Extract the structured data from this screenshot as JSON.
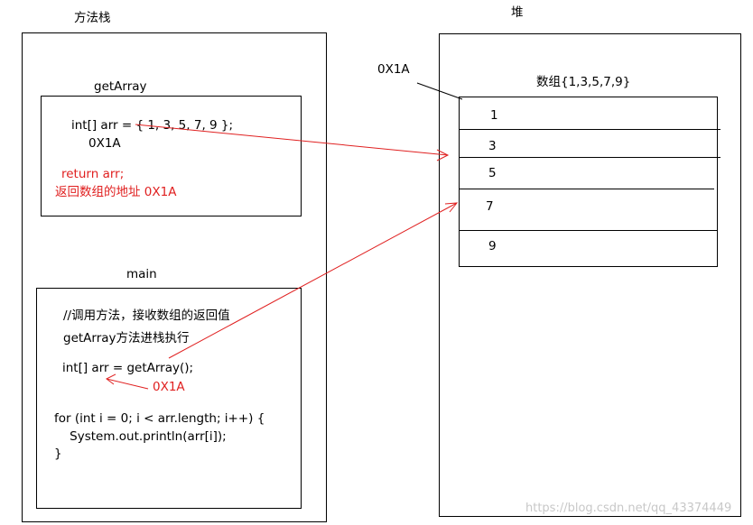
{
  "stack": {
    "title": "方法栈",
    "getArray": {
      "label": "getArray",
      "line1": "int[] arr = { 1, 3, 5, 7, 9 };",
      "address": "0X1A",
      "return_line": "return arr;",
      "return_note": "返回数组的地址 0X1A"
    },
    "main": {
      "label": "main",
      "comment": "//调用方法，接收数组的返回值",
      "push_note": "getArray方法进栈执行",
      "assign_line": "int[] arr = getArray();",
      "assign_address": "0X1A",
      "for_line": "for (int i = 0; i < arr.length; i++) {",
      "print_line": "    System.out.println(arr[i]);",
      "close_brace": "}"
    }
  },
  "heap": {
    "title": "堆",
    "address_label": "0X1A",
    "array_label": "数组{1,3,5,7,9}",
    "cells": [
      "1",
      "3",
      "5",
      "7",
      "9"
    ]
  },
  "watermark": "https://blog.csdn.net/qq_43374449",
  "colors": {
    "arrow": "#e02020",
    "text_red": "#e02020",
    "border": "#000000"
  }
}
